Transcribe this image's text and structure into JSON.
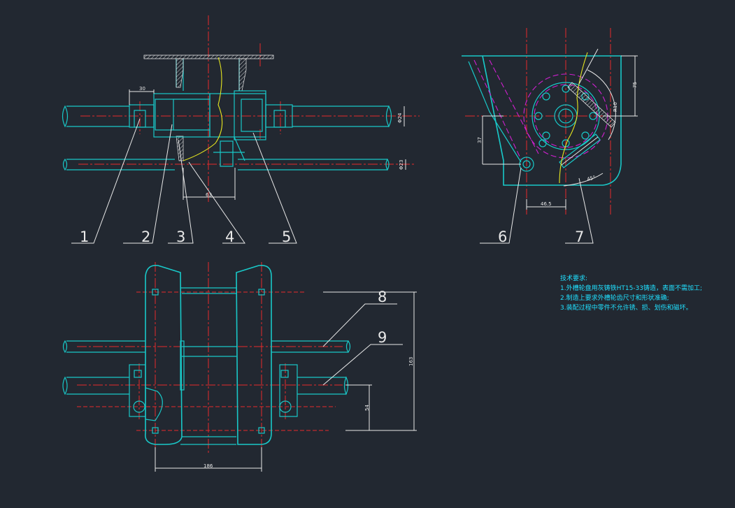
{
  "drawing": {
    "part_labels": [
      "1",
      "2",
      "3",
      "4",
      "5",
      "6",
      "7",
      "8",
      "9"
    ],
    "dimensions": {
      "front_width_30": "30",
      "front_dia_24": "Φ24",
      "front_dia_lower": "Φ23",
      "front_63": "63",
      "side_75": "75",
      "side_37": "37",
      "side_46_5": "46.5",
      "side_45deg": "45°",
      "side_r": "R10",
      "top_186": "186",
      "top_163": "163",
      "top_54": "54"
    },
    "notes": {
      "title": "技术要求:",
      "line1": "1.外槽轮盘用灰铸铁HT15-33铸造，表面不需加工;",
      "line2": "2.制造上要求外槽轮齿尺寸和形状准确;",
      "line3": "3.装配过程中零件不允许锈、损、划伤和磁坏。"
    }
  },
  "colors": {
    "background": "#222831",
    "outline": "#19c8c8",
    "centerline": "#e52a2a",
    "hidden": "#d020d0",
    "curve": "#e6e620",
    "leader": "#e8e8e8",
    "notes": "#20e0ff"
  }
}
